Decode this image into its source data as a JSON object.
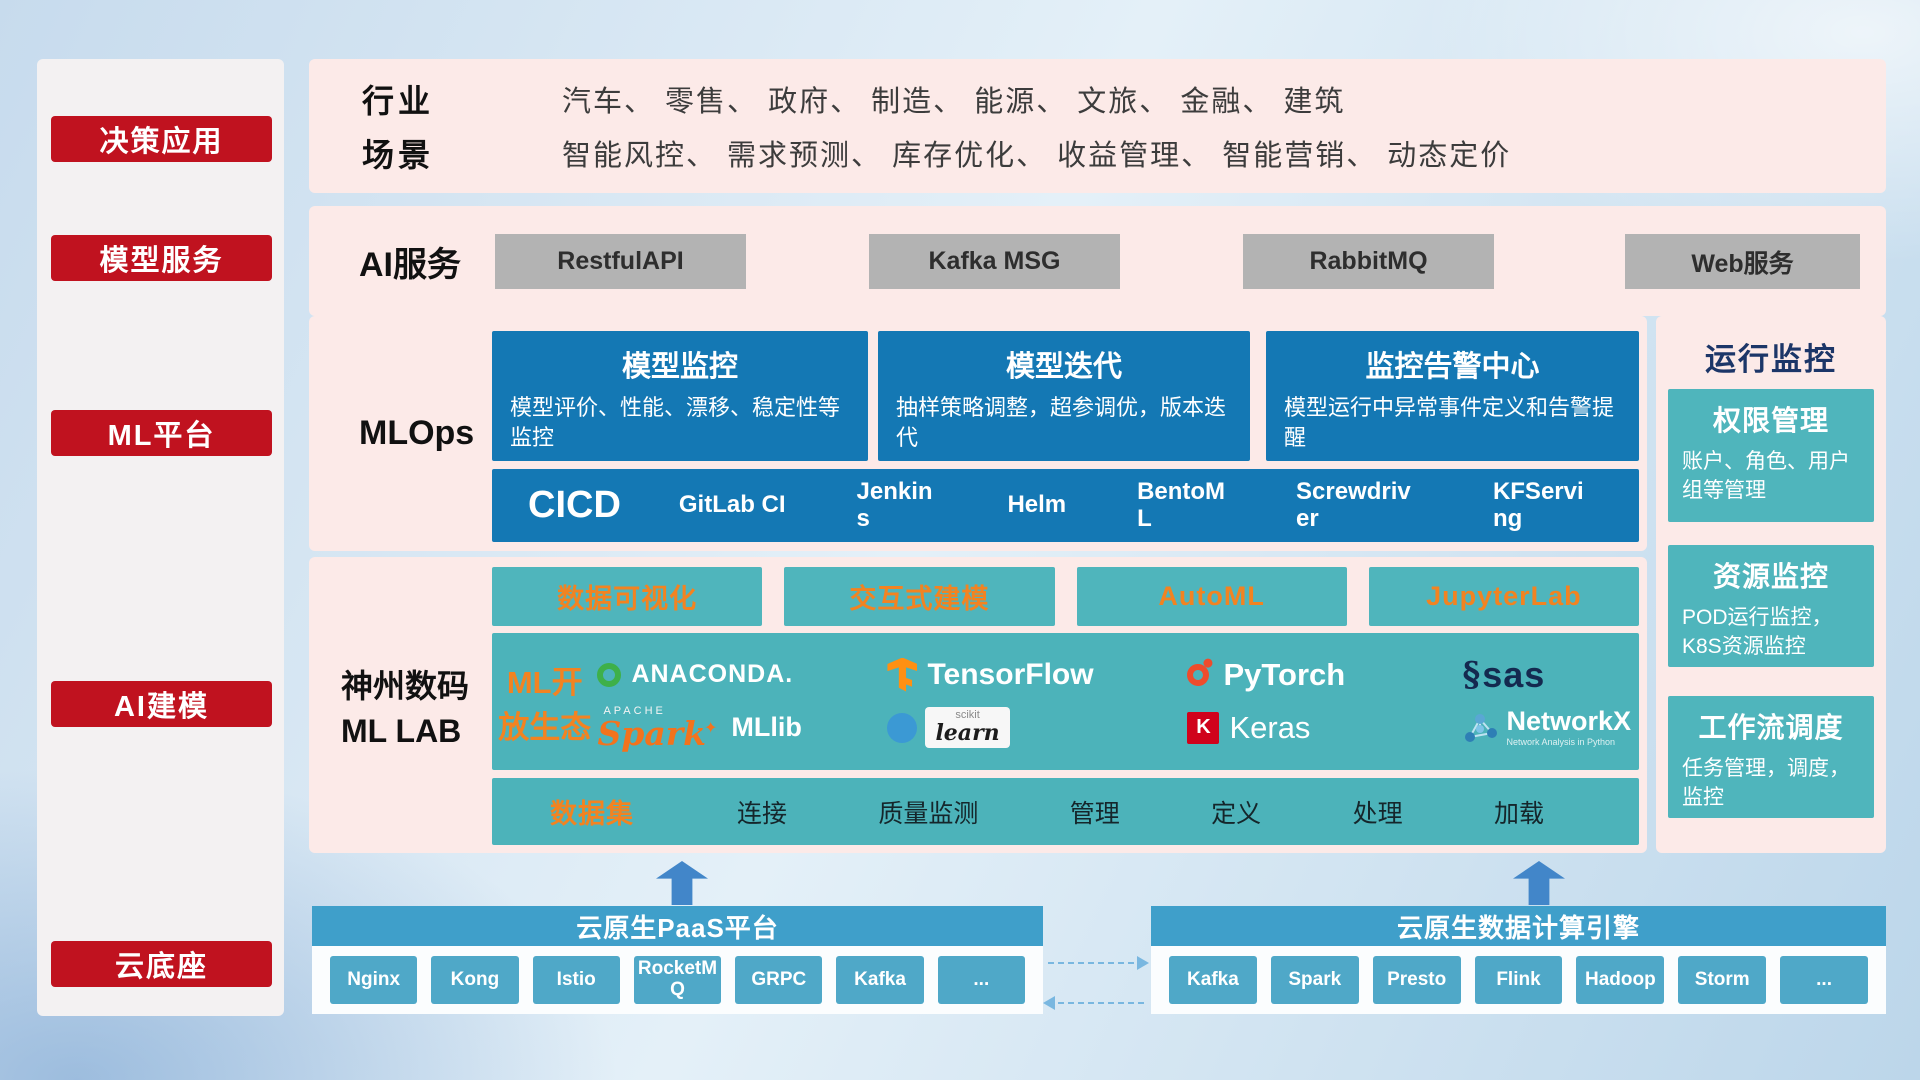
{
  "sidebar": {
    "items": [
      {
        "label": "决策应用"
      },
      {
        "label": "模型服务"
      },
      {
        "label": "ML平台"
      },
      {
        "label": "AI建模"
      },
      {
        "label": "云底座"
      }
    ]
  },
  "industry": {
    "rows": [
      {
        "label": "行业",
        "content": "汽车、 零售、 政府、 制造、 能源、 文旅、 金融、 建筑"
      },
      {
        "label": "场景",
        "content": "智能风控、 需求预测、 库存优化、 收益管理、 智能营销、 动态定价"
      }
    ]
  },
  "ai_service": {
    "label": "AI服务",
    "services": [
      {
        "label": "RestfulAPI"
      },
      {
        "label": "Kafka MSG"
      },
      {
        "label": "RabbitMQ"
      },
      {
        "label": "Web服务"
      }
    ]
  },
  "mlops": {
    "label": "MLOps",
    "cards": [
      {
        "title": "模型监控",
        "desc": "模型评价、性能、漂移、稳定性等监控"
      },
      {
        "title": "模型迭代",
        "desc": "抽样策略调整，超参调优，版本迭代"
      },
      {
        "title": "监控告警中心",
        "desc": "模型运行中异常事件定义和告警提醒"
      }
    ],
    "cicd": {
      "label": "CICD",
      "tools": [
        {
          "label": "GitLab CI"
        },
        {
          "label": "Jenkins"
        },
        {
          "label": "Helm"
        },
        {
          "label": "BentoML"
        },
        {
          "label": "Screwdriver"
        },
        {
          "label": "KFServing"
        }
      ]
    }
  },
  "mllab": {
    "label_line1": "神州数码",
    "label_line2": "ML LAB",
    "top_tools": [
      {
        "label": "数据可视化"
      },
      {
        "label": "交互式建模"
      },
      {
        "label": "AutoML"
      },
      {
        "label": "JupyterLab"
      }
    ],
    "eco": {
      "label": "ML开放生态",
      "logos": {
        "anaconda": {
          "text": "ANACONDA."
        },
        "tensorflow": {
          "text": "TensorFlow"
        },
        "pytorch": {
          "text": "PyTorch"
        },
        "sas": {
          "swirl": "§",
          "text": "sas"
        },
        "spark": {
          "apache": "APACHE",
          "text": "Spark",
          "star": "✦",
          "mllib": "MLlib"
        },
        "sklearn": {
          "scikit": "scikit",
          "learn": "learn"
        },
        "keras": {
          "k": "K",
          "text": "Keras"
        },
        "networkx": {
          "text": "NetworkX",
          "subtitle": "Network Analysis in Python"
        }
      }
    },
    "dataset": {
      "label": "数据集",
      "items": [
        {
          "label": "连接"
        },
        {
          "label": "质量监测"
        },
        {
          "label": "管理"
        },
        {
          "label": "定义"
        },
        {
          "label": "处理"
        },
        {
          "label": "加载"
        }
      ]
    }
  },
  "monitor": {
    "title": "运行监控",
    "cards": [
      {
        "title": "权限管理",
        "desc": "账户、角色、用户组等管理"
      },
      {
        "title": "资源监控",
        "desc": "POD运行监控，K8S资源监控"
      },
      {
        "title": "工作流调度",
        "desc": "任务管理，调度，监控"
      }
    ]
  },
  "paas": {
    "title": "云原生PaaS平台",
    "items": [
      {
        "label": "Nginx"
      },
      {
        "label": "Kong"
      },
      {
        "label": "Istio"
      },
      {
        "label": "RocketMQ"
      },
      {
        "label": "GRPC"
      },
      {
        "label": "Kafka"
      },
      {
        "label": "..."
      }
    ]
  },
  "engine": {
    "title": "云原生数据计算引擎",
    "items": [
      {
        "label": "Kafka"
      },
      {
        "label": "Spark"
      },
      {
        "label": "Presto"
      },
      {
        "label": "Flink"
      },
      {
        "label": "Hadoop"
      },
      {
        "label": "Storm"
      },
      {
        "label": "..."
      }
    ]
  },
  "colors": {
    "accent_red": "#c0121f",
    "deep_blue": "#1478b4",
    "teal": "#4cb3ba",
    "orange_text": "#f28321",
    "bar_blue": "#3f9fca",
    "node_blue": "#4fa8c8",
    "panel_pink": "#fceae8",
    "gray_button": "#b3b3b3"
  }
}
